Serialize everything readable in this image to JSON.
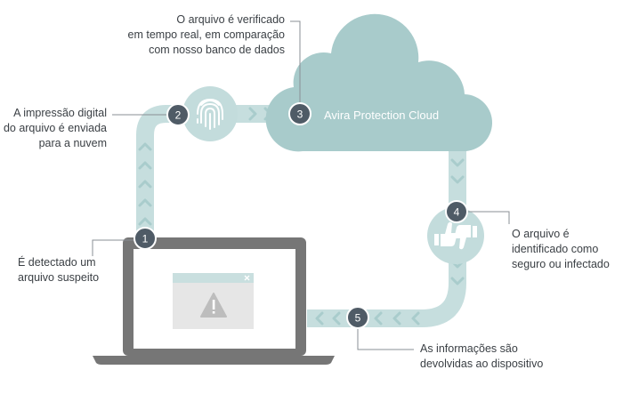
{
  "steps": [
    {
      "number": "1",
      "lines": [
        "É detectado um",
        "arquivo suspeito"
      ]
    },
    {
      "number": "2",
      "lines": [
        "A impressão digital",
        "do arquivo é enviada",
        "para a nuvem"
      ]
    },
    {
      "number": "3",
      "lines": [
        "O arquivo é verificado",
        "em tempo real, em comparação",
        "com nosso banco de dados"
      ]
    },
    {
      "number": "4",
      "lines": [
        "O arquivo é",
        "identificado como",
        "seguro ou infectado"
      ]
    },
    {
      "number": "5",
      "lines": [
        "As informações são",
        "devolvidas ao dispositivo"
      ]
    }
  ],
  "cloud": {
    "label": "Avira Protection Cloud"
  },
  "icons": [
    "fingerprint-icon",
    "thumbs-up-icon",
    "thumbs-down-icon",
    "warning-icon",
    "close-icon",
    "laptop-icon",
    "cloud-icon"
  ],
  "colors": {
    "path": "#c6dede",
    "path_chevron": "#a9cccc",
    "cloud": "#a8cbcb",
    "icon_circle": "#c3dcdc",
    "badge": "#4f5b66",
    "laptop": "#767676",
    "text": "#3a3f44"
  }
}
